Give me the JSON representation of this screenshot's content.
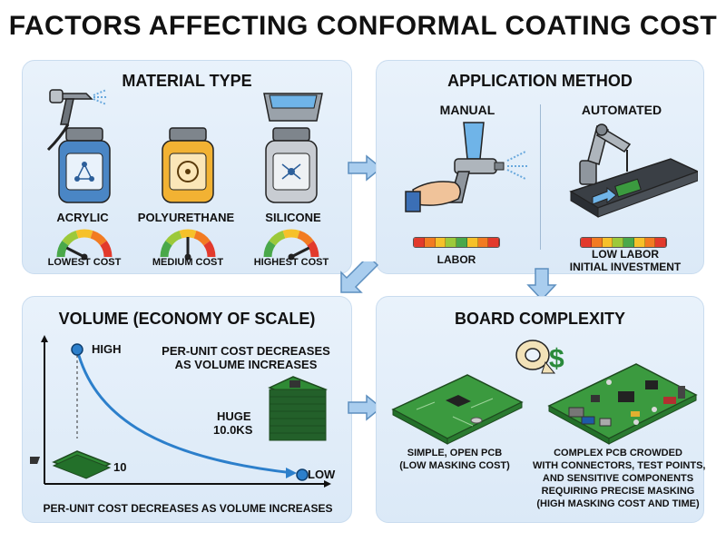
{
  "title": "FACTORS AFFECTING CONFORMAL COATING COST",
  "material": {
    "title": "MATERIAL TYPE",
    "items": [
      {
        "name": "ACRYLIC",
        "cost": "LOWEST COST",
        "level": 0.15,
        "color": "#4a86c5"
      },
      {
        "name": "POLYURETHANE",
        "cost": "MEDIUM COST",
        "level": 0.5,
        "color": "#f2b233"
      },
      {
        "name": "SILICONE",
        "cost": "HIGHEST COST",
        "level": 0.85,
        "color": "#c8ccd2"
      }
    ]
  },
  "method": {
    "title": "APPLICATION METHOD",
    "manual_label": "MANUAL",
    "automated_label": "AUTOMATED",
    "manual_bar_label": "LABOR",
    "automated_bar_label_1": "LOW LABOR",
    "automated_bar_label_2": "INITIAL INVESTMENT",
    "bar_colors": [
      "#e23a2c",
      "#f27b22",
      "#f6c12a",
      "#9cc93a",
      "#4aa84a",
      "#f6c12a",
      "#f27b22",
      "#e23a2c"
    ]
  },
  "volume": {
    "title": "VOLUME (ECONOMY OF SCALE)",
    "high_label": "HIGH",
    "low_label": "LOW",
    "small_count": "10",
    "huge_label": "HUGE",
    "huge_count": "10.0KS",
    "note_1": "PER-UNIT COST DECREASES",
    "note_2": "AS VOLUME INCREASES",
    "footer": "PER-UNIT COST DECREASES AS VOLUME INCREASES"
  },
  "board": {
    "title": "BOARD COMPLEXITY",
    "simple_1": "SIMPLE, OPEN PCB",
    "simple_2": "(LOW MASKING COST)",
    "complex_1": "COMPLEX PCB CROWDED",
    "complex_2": "WITH CONNECTORS, TEST POINTS,",
    "complex_3": "AND SENSITIVE COMPONENTS",
    "complex_4": "REQUIRING PRECISE MASKING",
    "complex_5": "(HIGH MASKING COST AND TIME)",
    "dollar": "$"
  }
}
